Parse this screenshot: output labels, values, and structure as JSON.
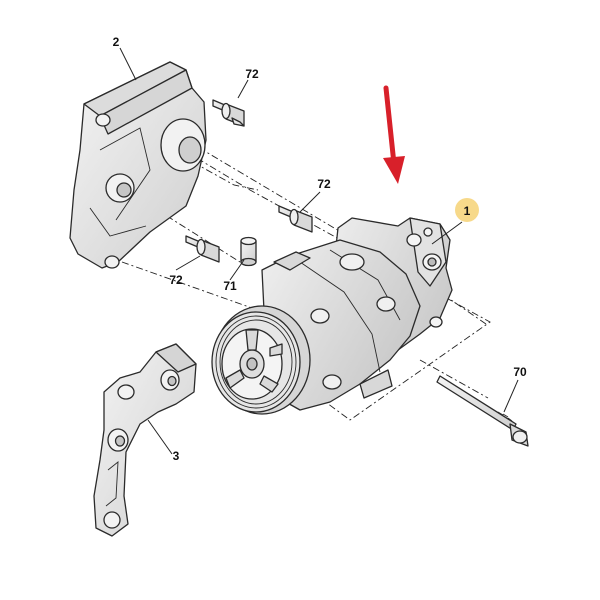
{
  "colors": {
    "part_fill": "#ebebeb",
    "part_shade": "#d2d2d2",
    "part_dark": "#bcbcbc",
    "outline": "#2b2b2b",
    "arrow": "#d8202a",
    "highlight_badge": "#f7d98a"
  },
  "callouts": {
    "bracket_top": "2",
    "bolt_top": "72",
    "bolt_mid": "72",
    "bolt_left": "72",
    "dowel": "71",
    "compressor": "1",
    "long_bolt": "70",
    "bracket_lower": "3"
  },
  "indicator": {
    "icon": "red-down-arrow",
    "target_callout": "1"
  }
}
